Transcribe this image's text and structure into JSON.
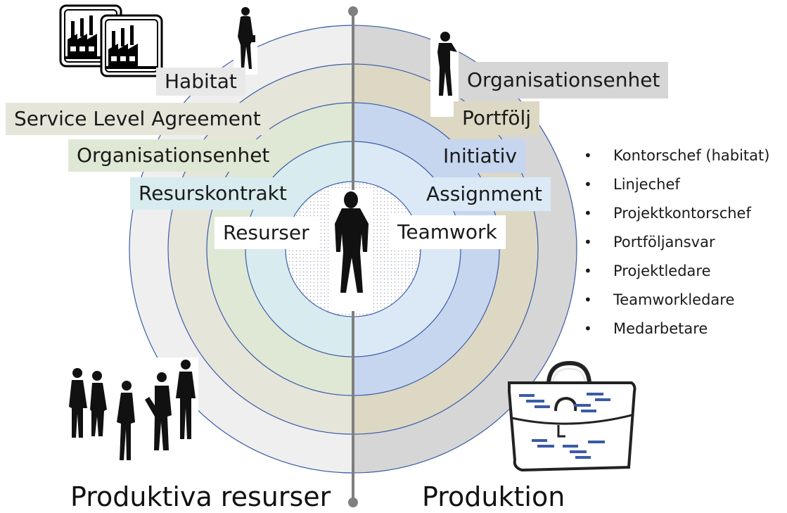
{
  "colors": {
    "left_rings": [
      "#efefef",
      "#e6e5da",
      "#dfe8d4",
      "#d8ebef",
      "#ffffff"
    ],
    "right_rings": [
      "#d6d6d6",
      "#dcd8c3",
      "#c7d6ef",
      "#dbe9f7",
      "#ffffff"
    ],
    "ring_stroke": "#3b5ba8",
    "axis": "#7f7f7f"
  },
  "left_labels": {
    "habitat": "Habitat",
    "sla": "Service Level Agreement",
    "org_unit": "Organisationsenhet",
    "contract": "Resurskontrakt",
    "resources": "Resurser"
  },
  "right_labels": {
    "org_unit": "Organisationsenhet",
    "portfolio": "Portfölj",
    "initiative": "Initiativ",
    "assignment": "Assignment",
    "teamwork": "Teamwork"
  },
  "roles": [
    "Kontorschef (habitat)",
    "Linjechef",
    "Projektkontorschef",
    "Portföljansvar",
    "Projektledare",
    "Teamworkledare",
    "Medarbetare"
  ],
  "bullet": "•",
  "bottom": {
    "left_title": "Produktiva resurser",
    "right_title": "Produktion"
  },
  "icons": [
    "factory-icon",
    "person-silhouette-icon",
    "group-silhouette-icon",
    "briefcase-icon"
  ]
}
